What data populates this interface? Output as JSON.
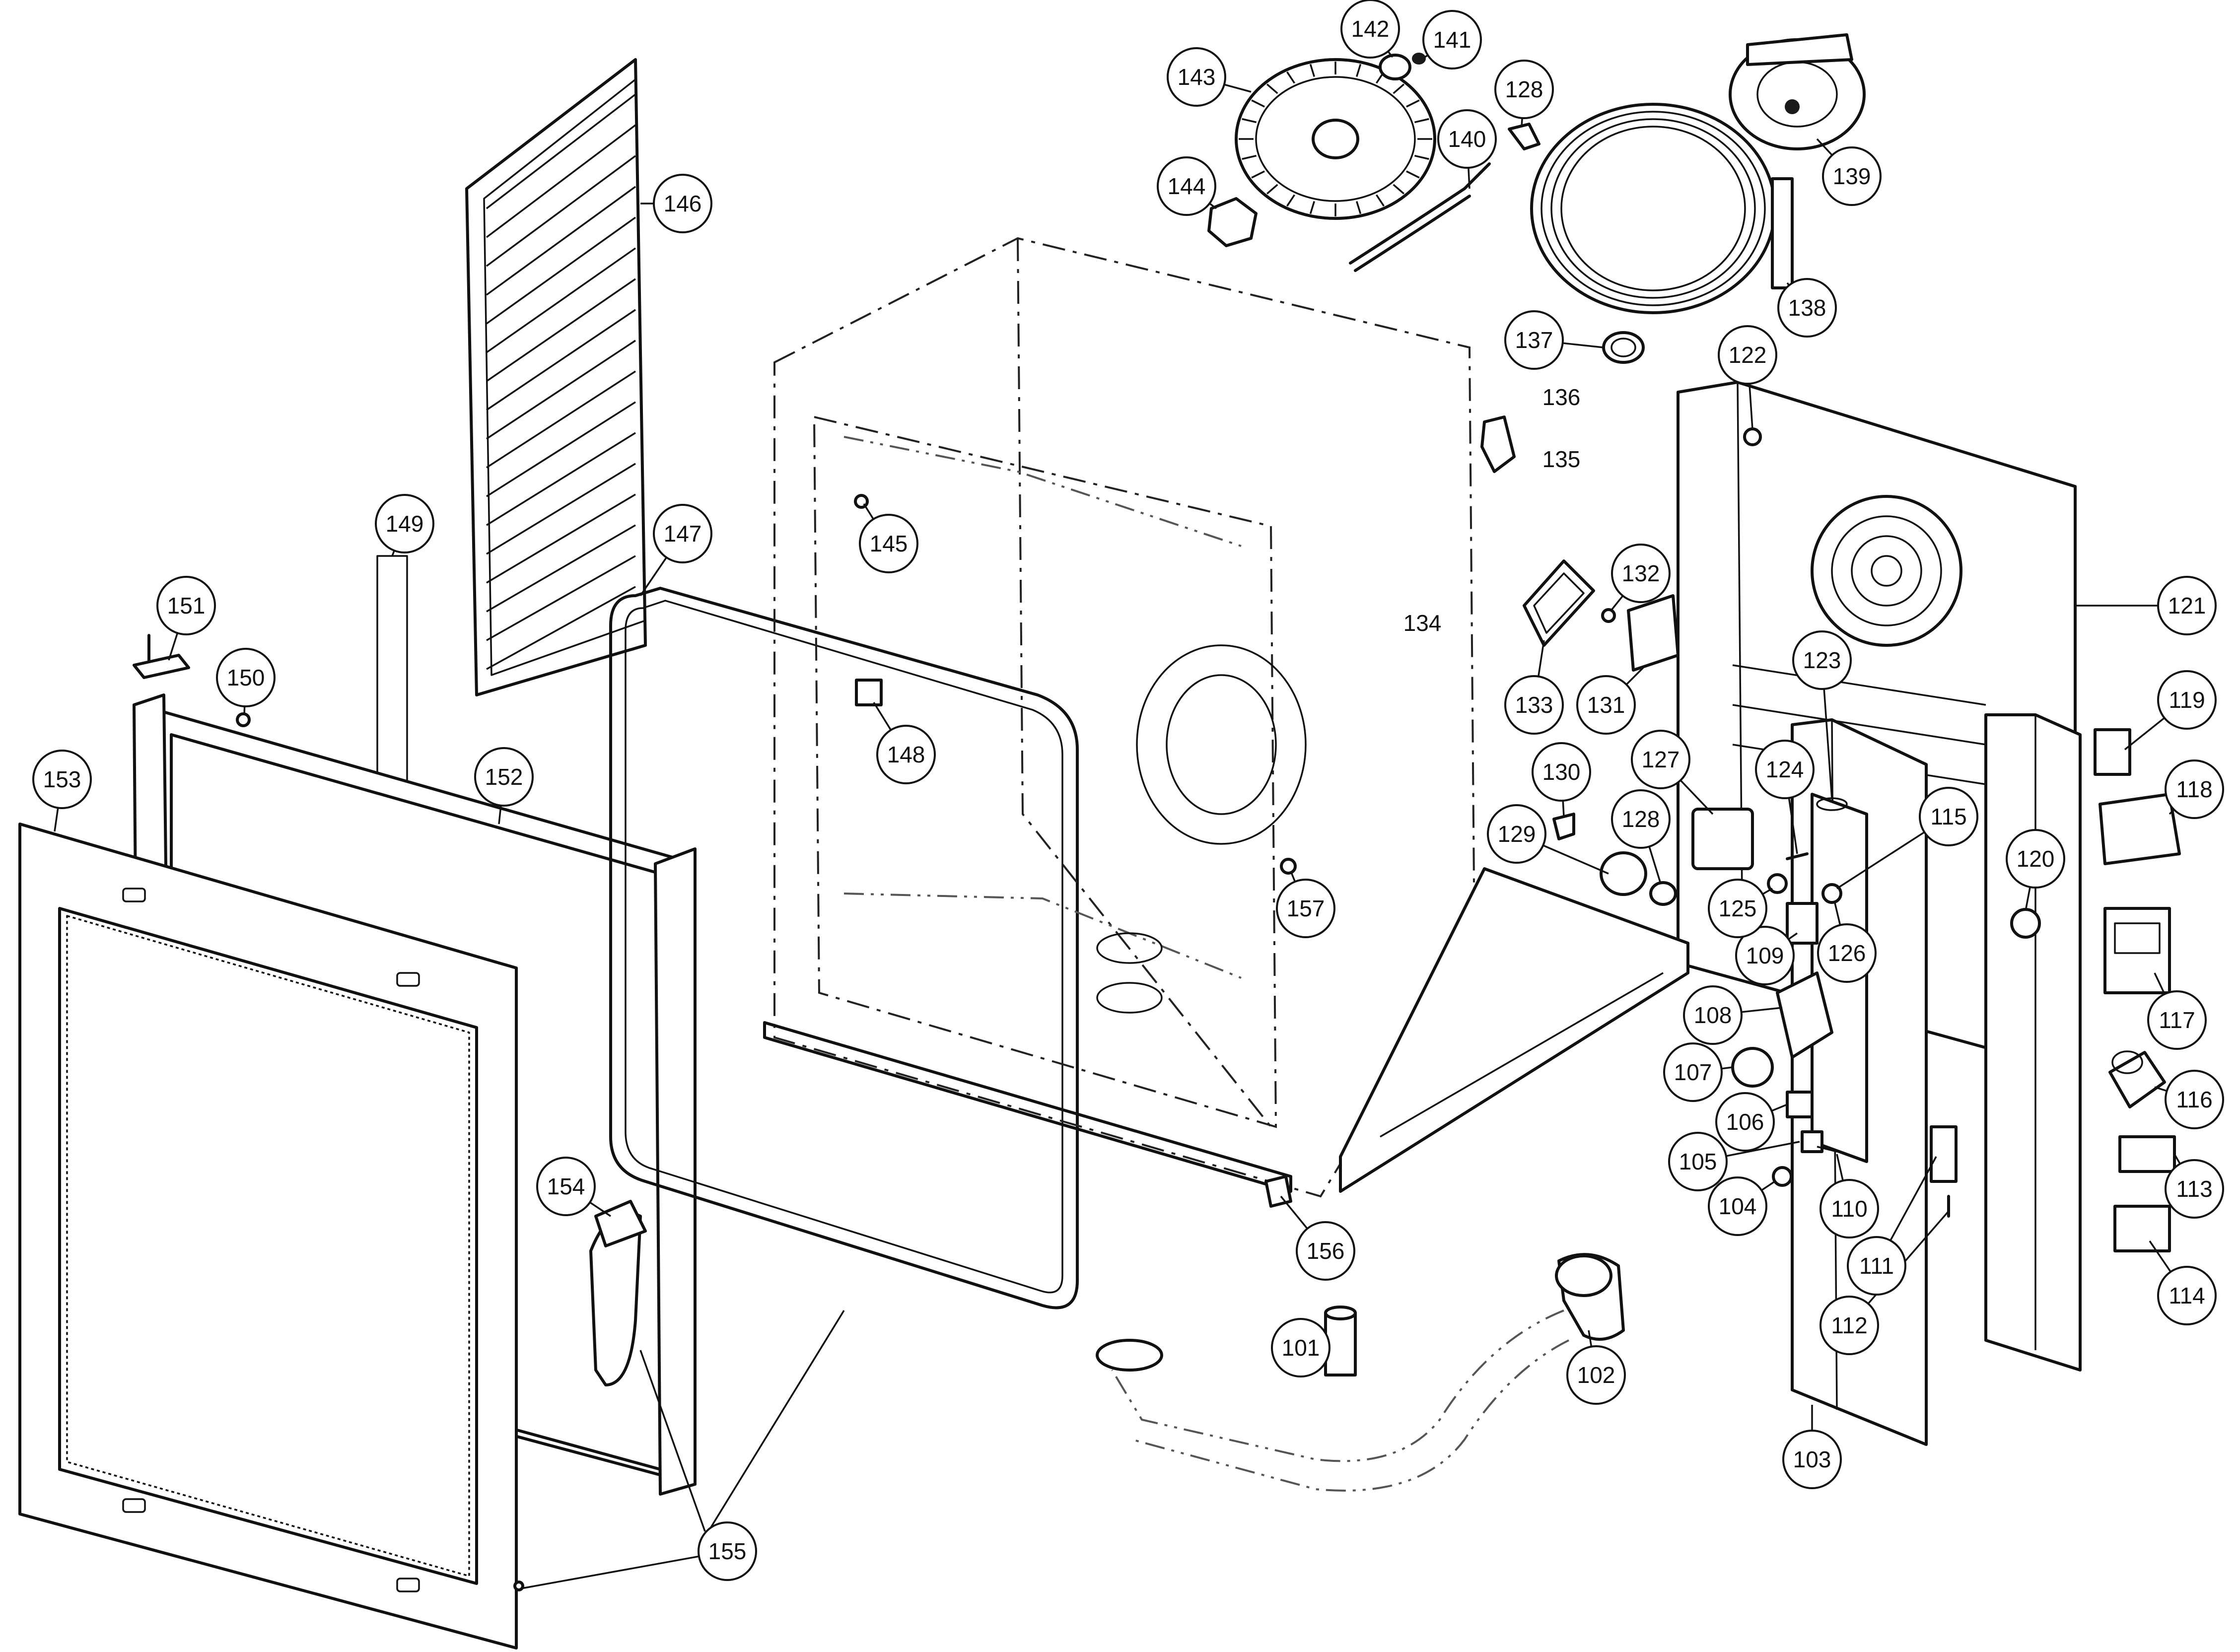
{
  "callouts": [
    {
      "label": "101",
      "part": "part-101"
    },
    {
      "label": "102",
      "part": "part-102"
    },
    {
      "label": "103",
      "part": "part-103"
    },
    {
      "label": "104",
      "part": "part-104"
    },
    {
      "label": "105",
      "part": "part-105"
    },
    {
      "label": "106",
      "part": "part-106"
    },
    {
      "label": "107",
      "part": "part-107"
    },
    {
      "label": "108",
      "part": "part-108"
    },
    {
      "label": "109",
      "part": "part-109"
    },
    {
      "label": "110",
      "part": "part-110"
    },
    {
      "label": "111",
      "part": "part-111"
    },
    {
      "label": "112",
      "part": "part-112"
    },
    {
      "label": "113",
      "part": "part-113"
    },
    {
      "label": "114",
      "part": "part-114"
    },
    {
      "label": "115",
      "part": "part-115"
    },
    {
      "label": "116",
      "part": "part-116"
    },
    {
      "label": "117",
      "part": "part-117"
    },
    {
      "label": "118",
      "part": "part-118"
    },
    {
      "label": "119",
      "part": "part-119"
    },
    {
      "label": "120",
      "part": "part-120"
    },
    {
      "label": "121",
      "part": "part-121"
    },
    {
      "label": "122",
      "part": "part-122"
    },
    {
      "label": "123",
      "part": "part-123"
    },
    {
      "label": "124",
      "part": "part-124"
    },
    {
      "label": "125",
      "part": "part-125"
    },
    {
      "label": "126",
      "part": "part-126"
    },
    {
      "label": "127",
      "part": "part-127"
    },
    {
      "label": "128",
      "part": "part-128"
    },
    {
      "label": "128",
      "part": "part-128b"
    },
    {
      "label": "129",
      "part": "part-129"
    },
    {
      "label": "130",
      "part": "part-130"
    },
    {
      "label": "131",
      "part": "part-131"
    },
    {
      "label": "132",
      "part": "part-132"
    },
    {
      "label": "133",
      "part": "part-133"
    },
    {
      "label": "134",
      "part": "part-134"
    },
    {
      "label": "135",
      "part": "part-135"
    },
    {
      "label": "136",
      "part": "part-136"
    },
    {
      "label": "137",
      "part": "part-137"
    },
    {
      "label": "138",
      "part": "part-138"
    },
    {
      "label": "139",
      "part": "part-139"
    },
    {
      "label": "140",
      "part": "part-140"
    },
    {
      "label": "141",
      "part": "part-141"
    },
    {
      "label": "142",
      "part": "part-142"
    },
    {
      "label": "143",
      "part": "part-143"
    },
    {
      "label": "144",
      "part": "part-144"
    },
    {
      "label": "145",
      "part": "part-145"
    },
    {
      "label": "146",
      "part": "part-146"
    },
    {
      "label": "147",
      "part": "part-147"
    },
    {
      "label": "148",
      "part": "part-148"
    },
    {
      "label": "149",
      "part": "part-149"
    },
    {
      "label": "150",
      "part": "part-150"
    },
    {
      "label": "151",
      "part": "part-151"
    },
    {
      "label": "152",
      "part": "part-152"
    },
    {
      "label": "153",
      "part": "part-153"
    },
    {
      "label": "154",
      "part": "part-154"
    },
    {
      "label": "155",
      "part": "part-155"
    },
    {
      "label": "156",
      "part": "part-156"
    },
    {
      "label": "157",
      "part": "part-157"
    }
  ]
}
